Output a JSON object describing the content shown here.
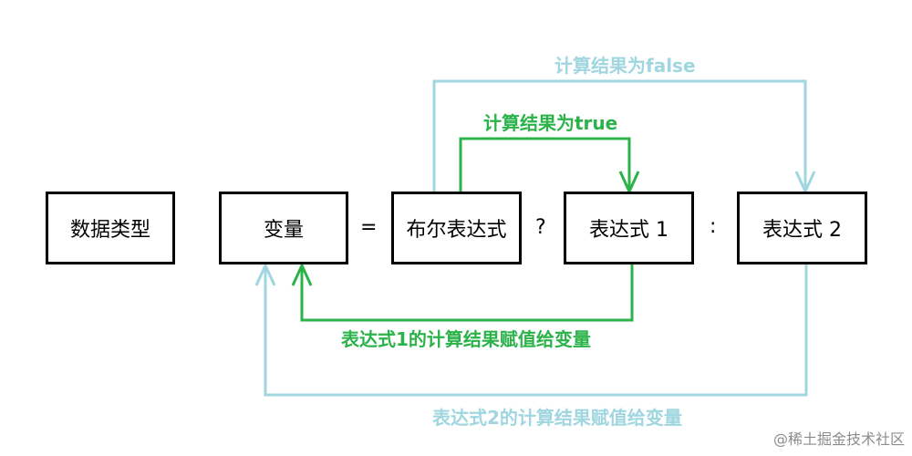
{
  "boxes": {
    "data_type": "数据类型",
    "variable": "变量",
    "bool_expr": "布尔表达式",
    "expr1": "表达式 1",
    "expr2": "表达式 2"
  },
  "symbols": {
    "equals": "=",
    "question": "?",
    "colon": ":"
  },
  "labels": {
    "false_path": "计算结果为false",
    "true_path": "计算结果为true",
    "expr1_assign": "表达式1的计算结果赋值给变量",
    "expr2_assign": "表达式2的计算结果赋值给变量"
  },
  "colors": {
    "true_arrow": "#2bb34a",
    "false_arrow": "#9fd6df",
    "box_border": "#000000"
  },
  "watermark": "@稀土掘金技术社区"
}
